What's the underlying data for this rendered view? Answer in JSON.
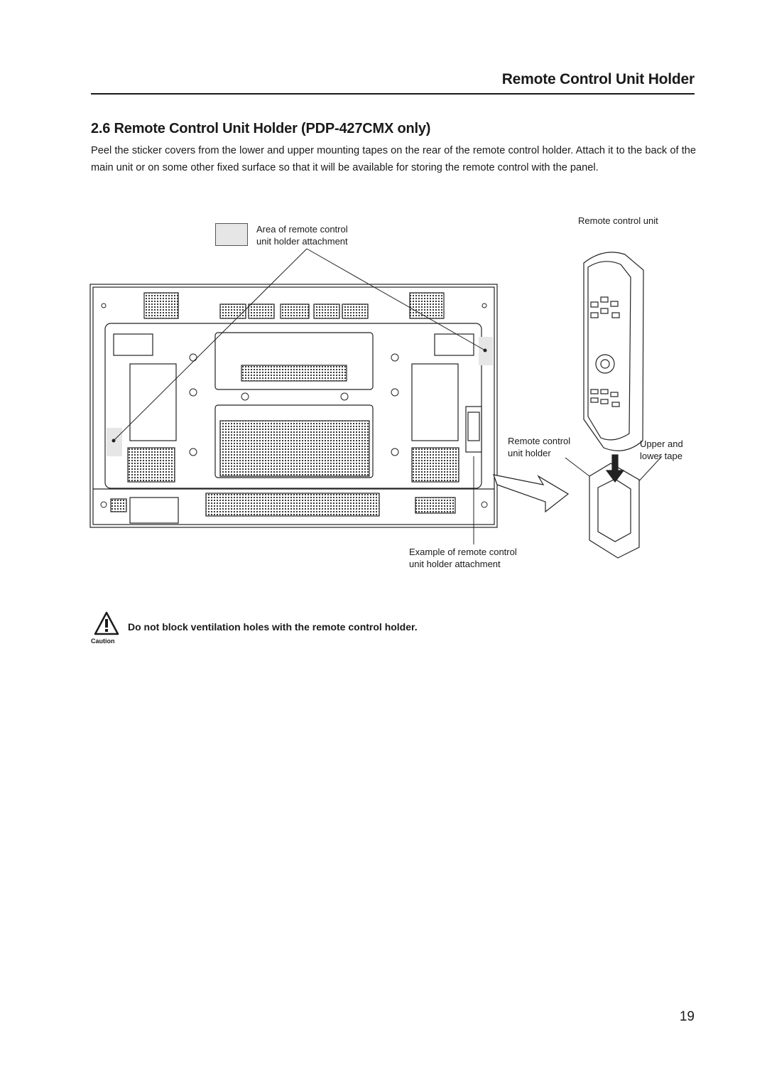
{
  "header": {
    "title": "Remote Control Unit Holder"
  },
  "section": {
    "heading": "2.6 Remote Control Unit Holder (PDP-427CMX only)",
    "body": "Peel the sticker covers from the lower and upper mounting tapes on the rear of the remote control holder. Attach it to the back of the main unit or on some other fixed surface so that it will be available for storing the remote control with the panel."
  },
  "figure": {
    "legend_label_line1": "Area of remote control",
    "legend_label_line2": "unit holder attachment",
    "remote_unit_label": "Remote control unit",
    "holder_label_line1": "Remote control",
    "holder_label_line2": "unit holder",
    "tape_label_line1": "Upper and",
    "tape_label_line2": "lower tape",
    "example_label_line1": "Example of remote control",
    "example_label_line2": "unit holder attachment"
  },
  "caution": {
    "text": "Do not block ventilation holes with the remote control holder.",
    "word": "Caution"
  },
  "page_number": "19"
}
